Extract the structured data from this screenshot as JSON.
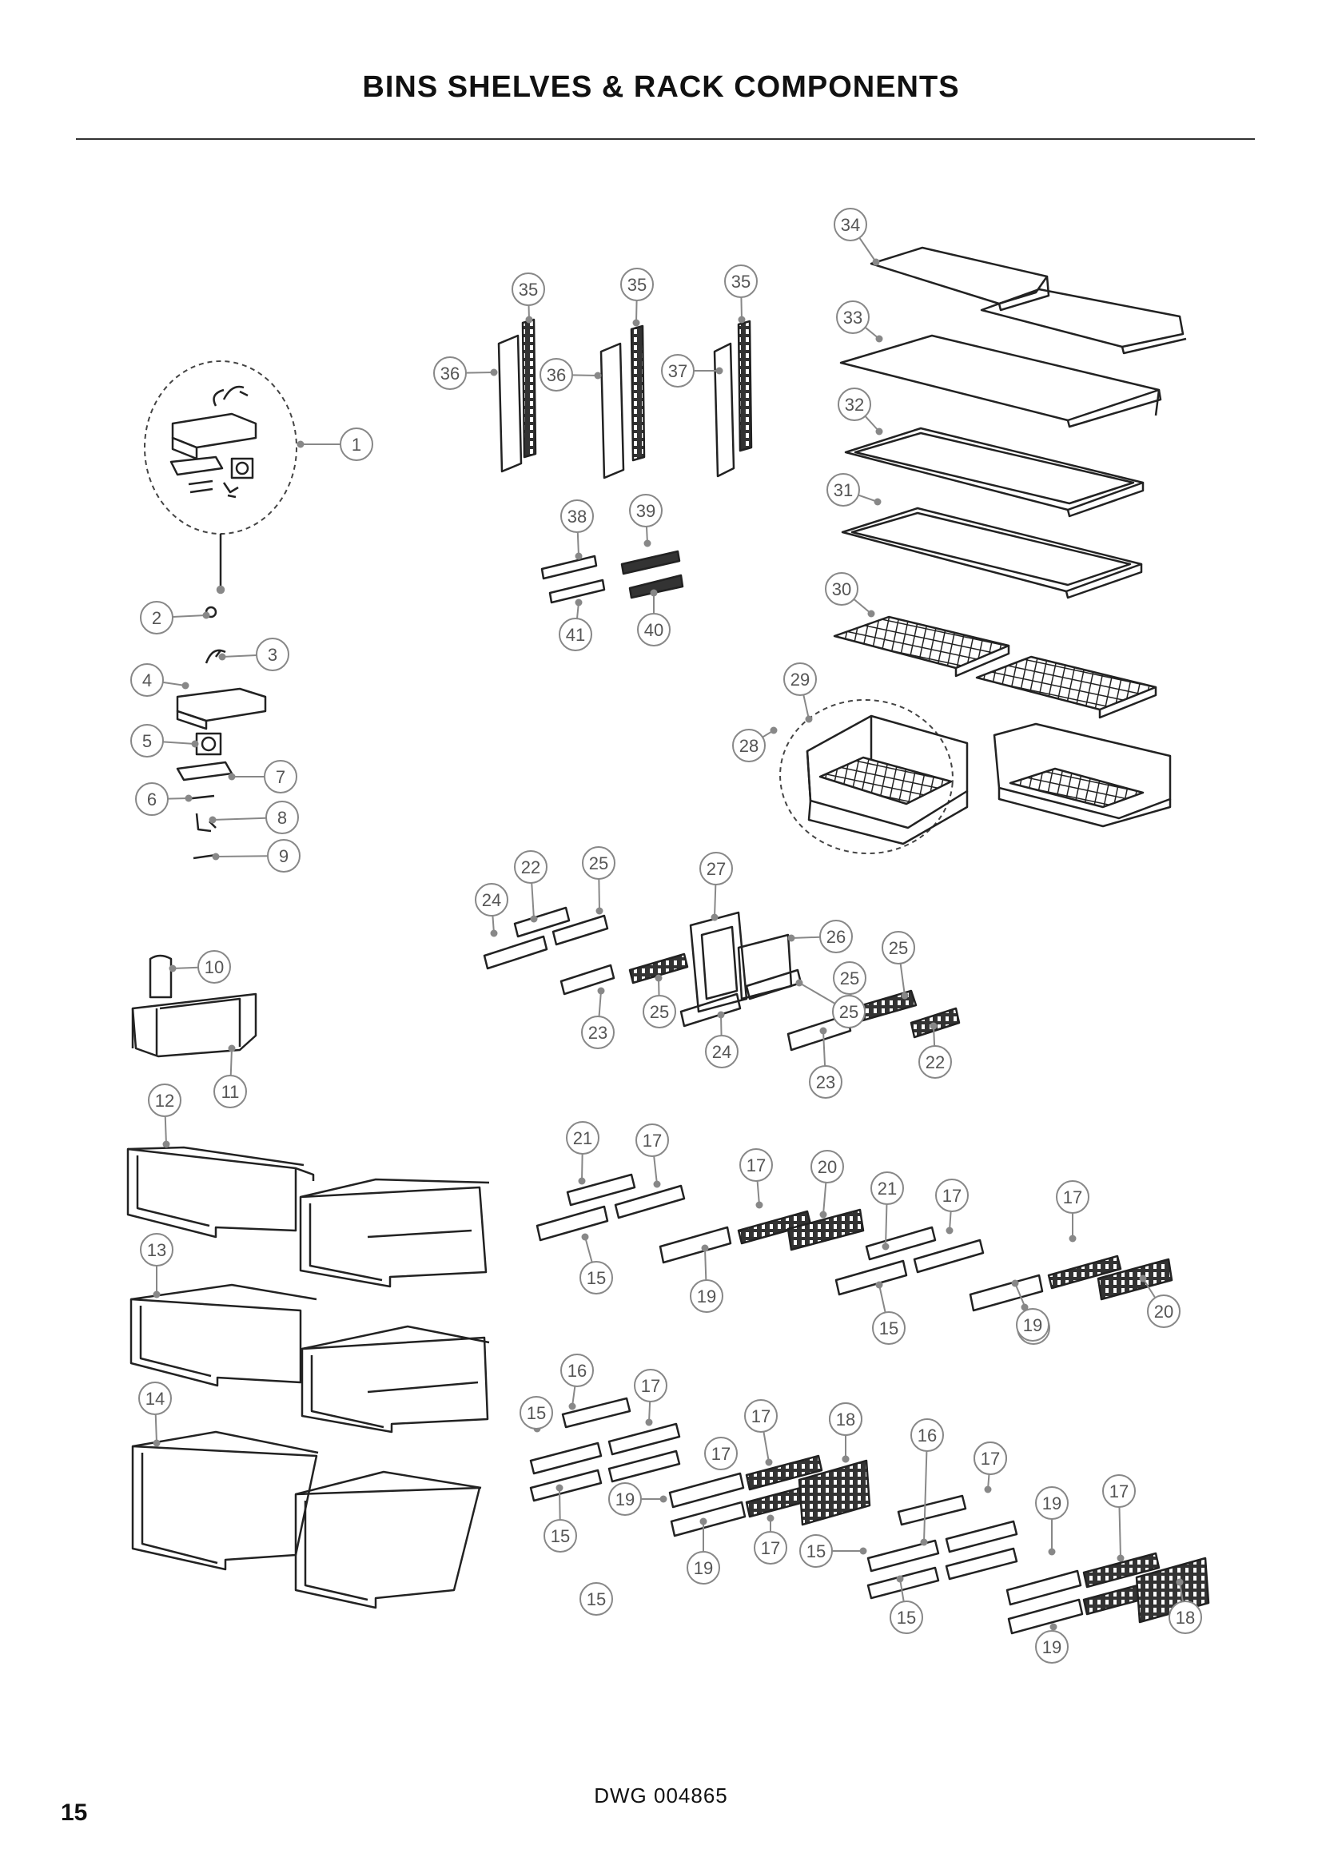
{
  "title": "BINS SHELVES & RACK COMPONENTS",
  "drawing_number": "DWG 004865",
  "page_number": "15",
  "callouts": [
    "1",
    "2",
    "3",
    "4",
    "5",
    "6",
    "7",
    "8",
    "9",
    "10",
    "11",
    "12",
    "13",
    "14",
    "15",
    "15",
    "15",
    "15",
    "15",
    "15",
    "15",
    "15",
    "16",
    "16",
    "17",
    "17",
    "17",
    "17",
    "17",
    "17",
    "17",
    "17",
    "17",
    "17",
    "17",
    "17",
    "18",
    "18",
    "19",
    "19",
    "19",
    "19",
    "19",
    "19",
    "20",
    "20",
    "21",
    "21",
    "22",
    "22",
    "23",
    "23",
    "24",
    "24",
    "25",
    "25",
    "25",
    "25",
    "25",
    "26",
    "27",
    "28",
    "29",
    "30",
    "31",
    "32",
    "33",
    "34",
    "35",
    "35",
    "35",
    "36",
    "36",
    "37",
    "38",
    "39",
    "40",
    "41"
  ],
  "colors": {
    "line": "#222222",
    "callout": "#888888",
    "text": "#111111"
  }
}
